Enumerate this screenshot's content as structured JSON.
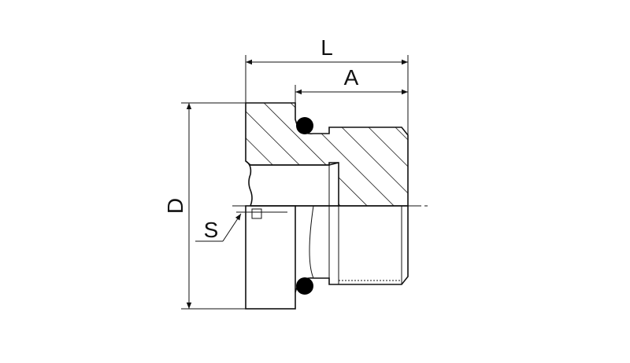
{
  "diagram": {
    "labels": {
      "L": "L",
      "A": "A",
      "D": "D",
      "S": "S"
    },
    "colors": {
      "line": "#111111",
      "background": "#ffffff",
      "seal": "#000000"
    }
  }
}
